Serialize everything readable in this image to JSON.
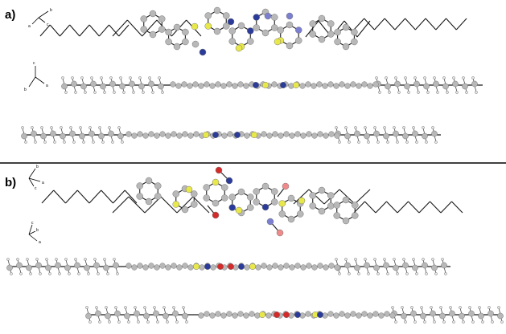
{
  "panels": [
    {
      "label": "a)",
      "axes_front": [
        "b",
        "a",
        "c"
      ],
      "axes_side": [
        "c",
        "b",
        "a"
      ]
    },
    {
      "label": "b)",
      "axes_front": [
        "b",
        "a",
        "c"
      ],
      "axes_side": [
        "c",
        "b",
        "a"
      ]
    }
  ],
  "atom_colors": {
    "C": "#b8b8b8",
    "H": "#e6e6e6",
    "S": "#e8e84a",
    "N": "#2b3b9a",
    "N_light": "#7b7fd0",
    "O": "#d42a2a",
    "O_light": "#f08a8a",
    "bond": "#1a1a1a"
  }
}
